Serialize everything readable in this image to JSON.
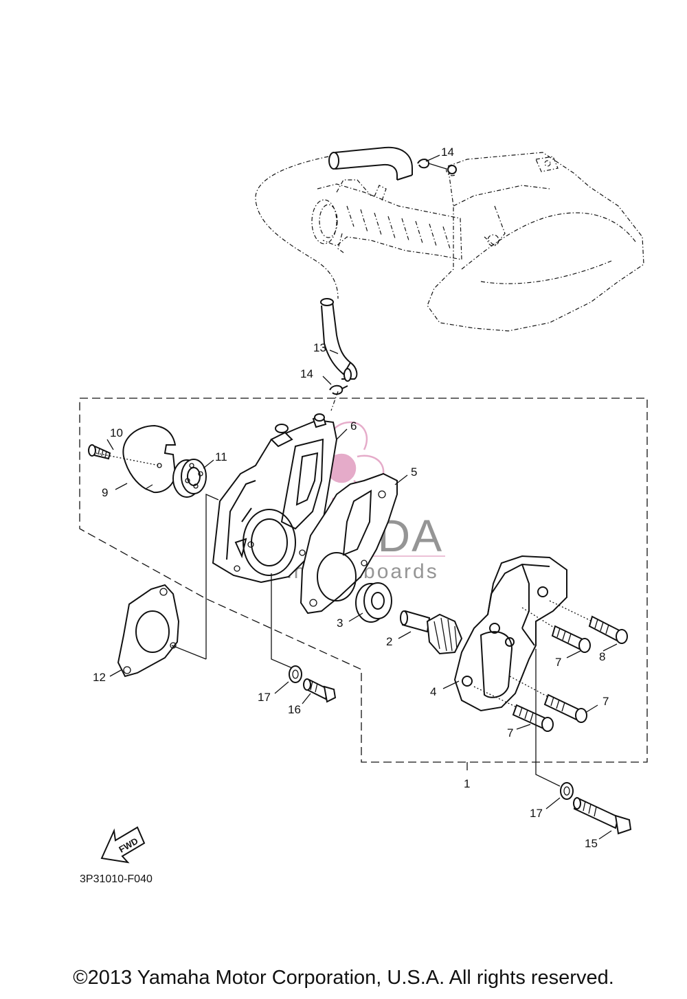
{
  "labels": {
    "p1": "1",
    "p2": "2",
    "p3": "3",
    "p4": "4",
    "p5": "5",
    "p6": "6",
    "p7a": "7",
    "p7b": "7",
    "p7c": "7",
    "p8": "8",
    "p9": "9",
    "p10": "10",
    "p11": "11",
    "p12": "12",
    "p13": "13",
    "p14a": "14",
    "p14b": "14",
    "p15": "15",
    "p16": "16",
    "p17a": "17",
    "p17b": "17"
  },
  "fwd_arrow_text": "FWD",
  "diagram_code": "3P31010-F040",
  "watermark": {
    "brand": "ARMADA",
    "tagline": "marine outboards",
    "logo_color": "#e3a3c4"
  },
  "copyright": "©2013 Yamaha Motor Corporation, U.S.A. All rights reserved."
}
